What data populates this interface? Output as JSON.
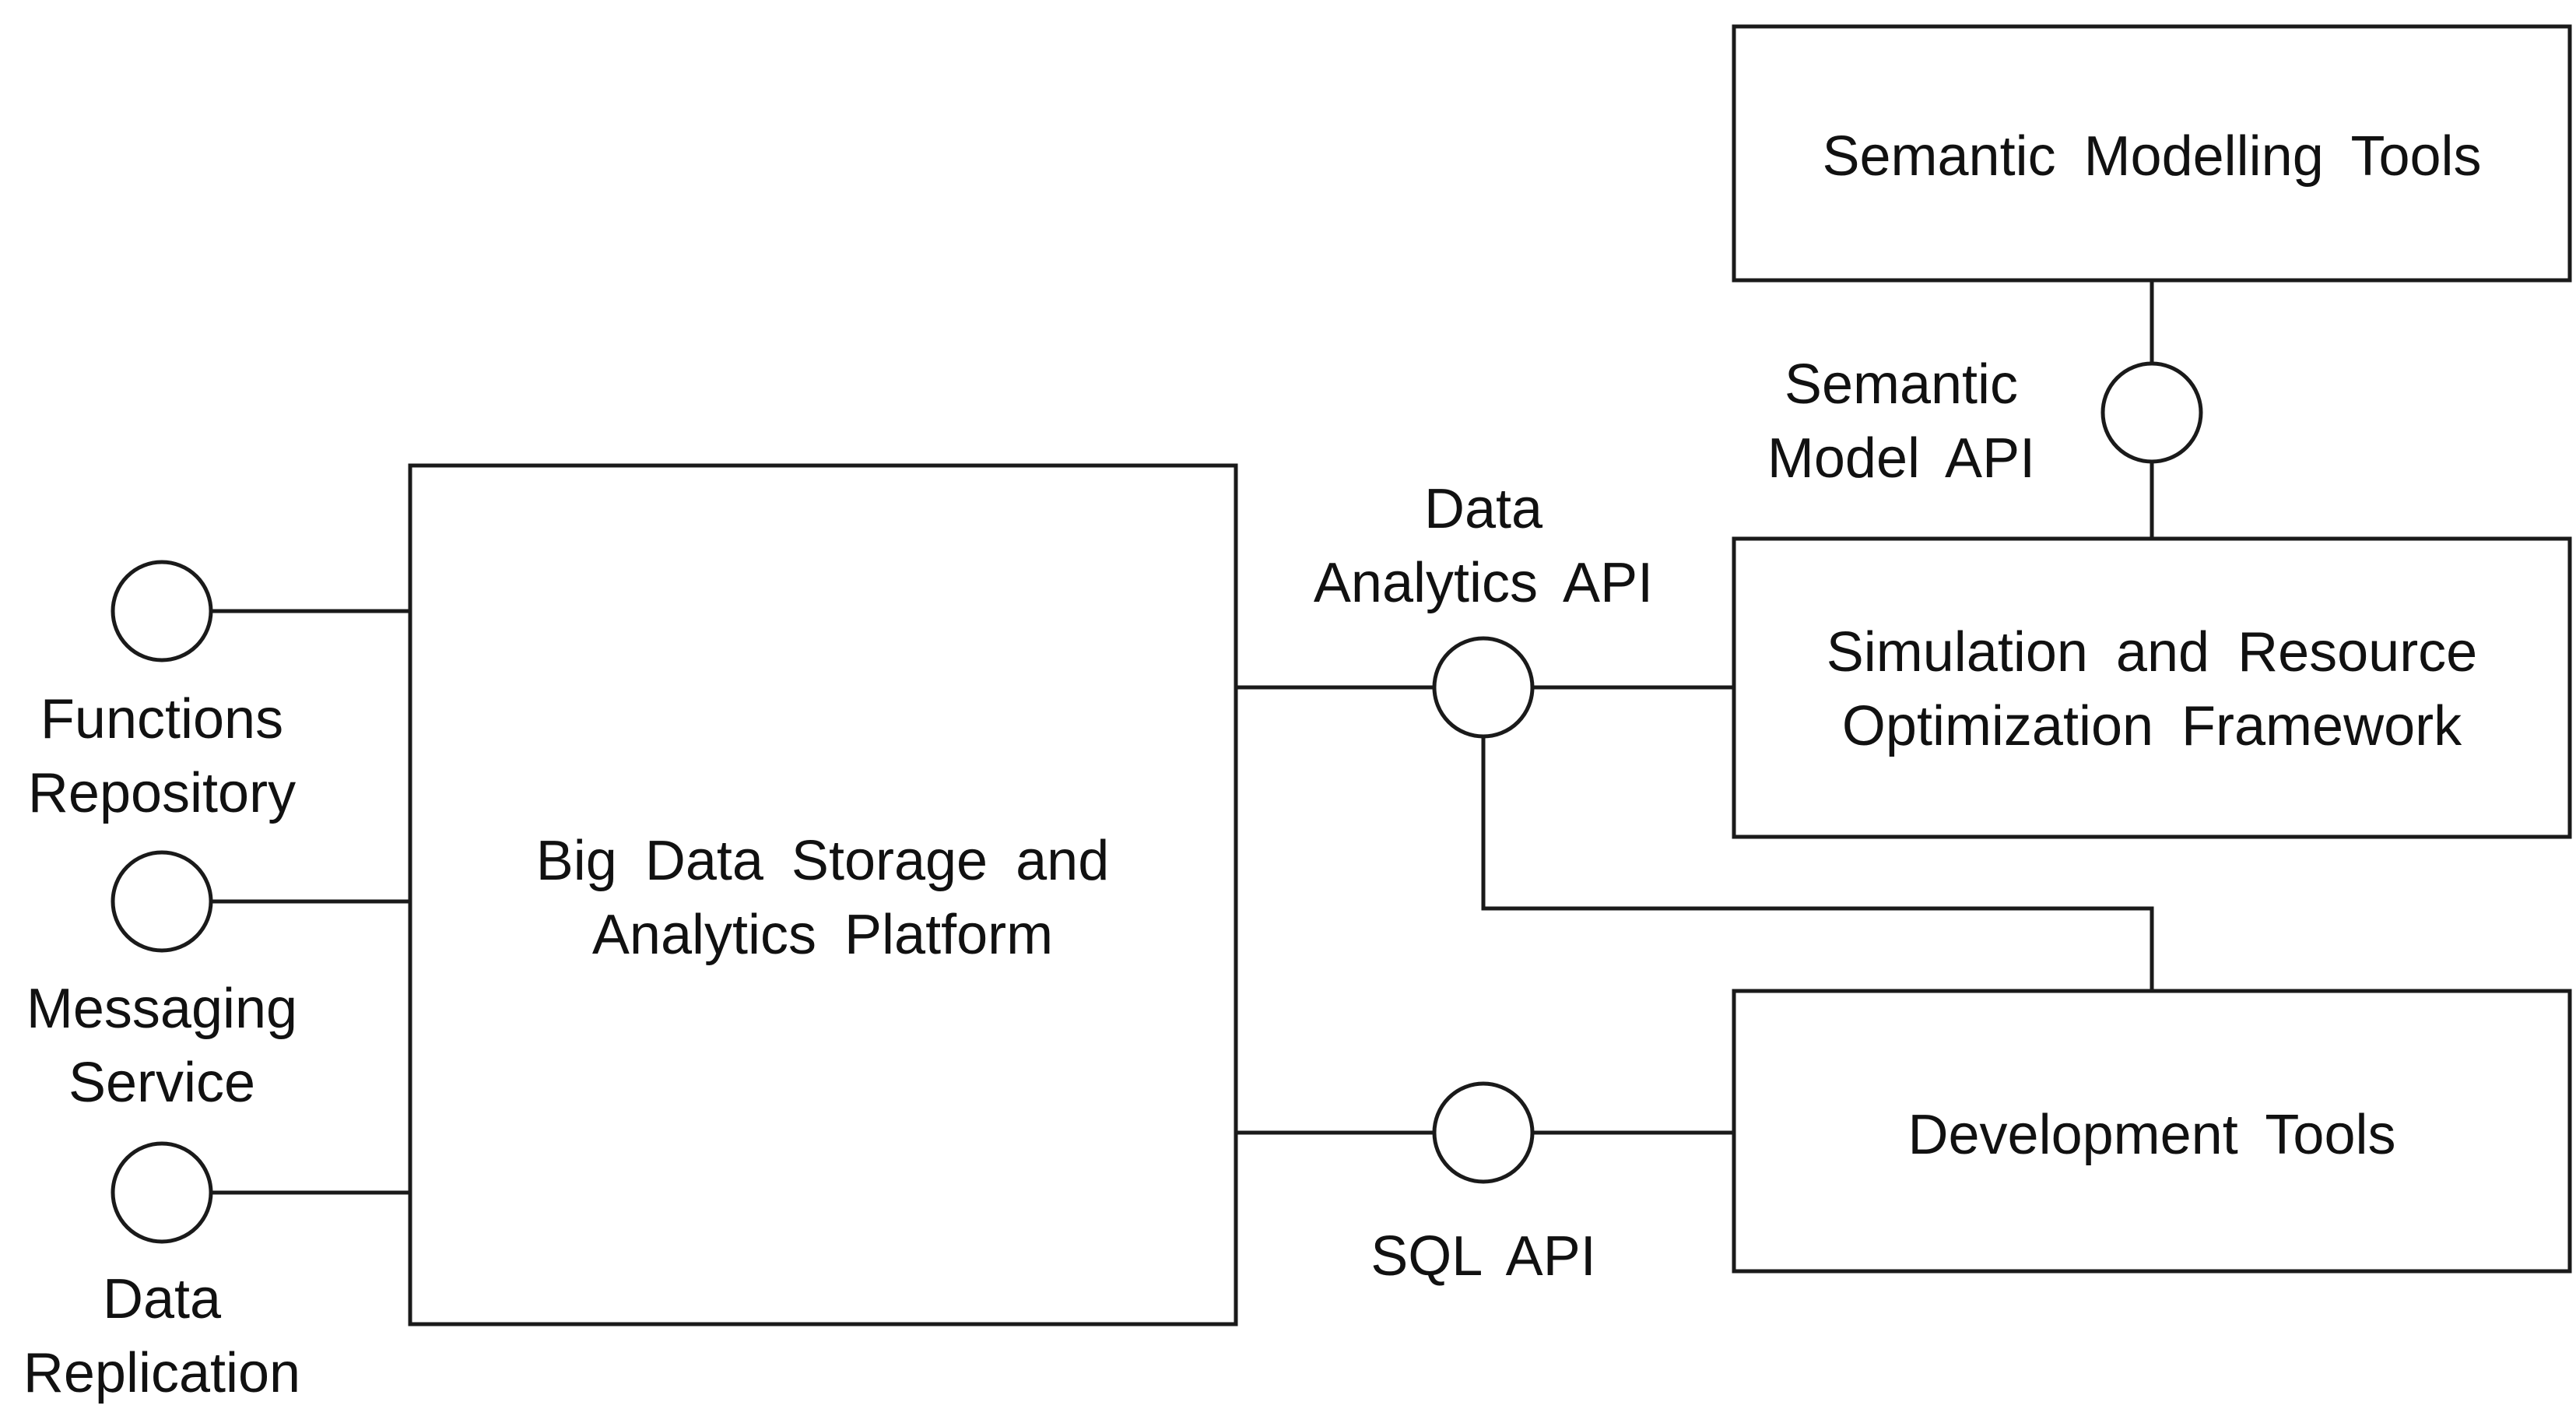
{
  "components": {
    "big_data_platform": {
      "line1": "Big Data Storage and",
      "line2": "Analytics Platform"
    },
    "semantic_modelling_tools": {
      "label": "Semantic Modelling Tools"
    },
    "simulation_framework": {
      "line1": "Simulation and Resource",
      "line2": "Optimization Framework"
    },
    "development_tools": {
      "label": "Development Tools"
    }
  },
  "interfaces": {
    "functions_repository": {
      "line1": "Functions",
      "line2": "Repository"
    },
    "messaging_service": {
      "line1": "Messaging",
      "line2": "Service"
    },
    "data_replication": {
      "line1": "Data",
      "line2": "Replication"
    },
    "data_analytics_api": {
      "line1": "Data",
      "line2": "Analytics API"
    },
    "sql_api": {
      "label": "SQL API"
    },
    "semantic_model_api": {
      "line1": "Semantic",
      "line2": "Model API"
    }
  }
}
